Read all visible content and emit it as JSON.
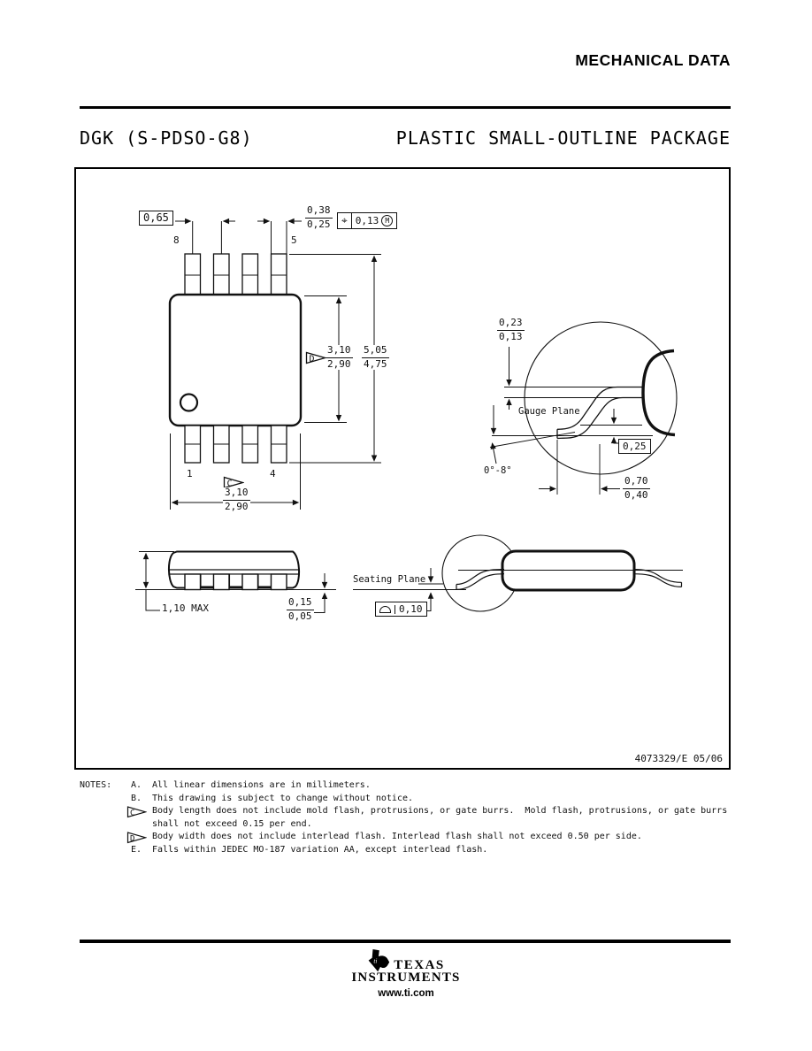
{
  "header": {
    "title": "MECHANICAL DATA"
  },
  "titlebar": {
    "package_code": "DGK (S-PDSO-G8)",
    "package_type": "PLASTIC SMALL-OUTLINE PACKAGE"
  },
  "drawing": {
    "number": "4073329/E 05/06",
    "pins": {
      "top_left": "8",
      "top_right": "5",
      "bottom_left": "1",
      "bottom_right": "4"
    },
    "dims": {
      "pitch": "0,65",
      "lead_width": {
        "max": "0,38",
        "min": "0,25"
      },
      "position_tol": {
        "symbol": "⌖",
        "value": "0,13",
        "modifier": "M"
      },
      "body_width": {
        "max": "3,10",
        "min": "2,90",
        "ref": "D"
      },
      "lead_span": {
        "max": "5,05",
        "min": "4,75"
      },
      "body_length": {
        "max": "3,10",
        "min": "2,90",
        "ref": "C"
      },
      "lead_thickness": {
        "max": "0,23",
        "min": "0,13"
      },
      "gauge_plane_label": "Gauge Plane",
      "gauge_offset": "0,25",
      "lead_angle": "0°-8°",
      "foot_length": {
        "max": "0,70",
        "min": "0,40"
      },
      "height": "1,10 MAX",
      "standoff": {
        "max": "0,15",
        "min": "0,05"
      },
      "seating_plane_label": "Seating Plane",
      "seating_flatness": "0,10"
    }
  },
  "notes": {
    "title": "NOTES:",
    "items": [
      {
        "key": "A.",
        "marker": "letter",
        "text": "All linear dimensions are in millimeters."
      },
      {
        "key": "B.",
        "marker": "letter",
        "text": "This drawing is subject to change without notice."
      },
      {
        "key": "C",
        "marker": "triangle",
        "text": "Body length does not include mold flash, protrusions, or gate burrs.  Mold flash, protrusions, or gate burrs shall not exceed 0.15 per end."
      },
      {
        "key": "D",
        "marker": "triangle",
        "text": "Body width does not include interlead flash. Interlead flash shall not exceed 0.50 per side."
      },
      {
        "key": "E.",
        "marker": "letter",
        "text": "Falls within JEDEC MO-187 variation AA, except interlead flash."
      }
    ]
  },
  "footer": {
    "brand_top": "TEXAS",
    "brand_bottom": "INSTRUMENTS",
    "website": "www.ti.com"
  }
}
